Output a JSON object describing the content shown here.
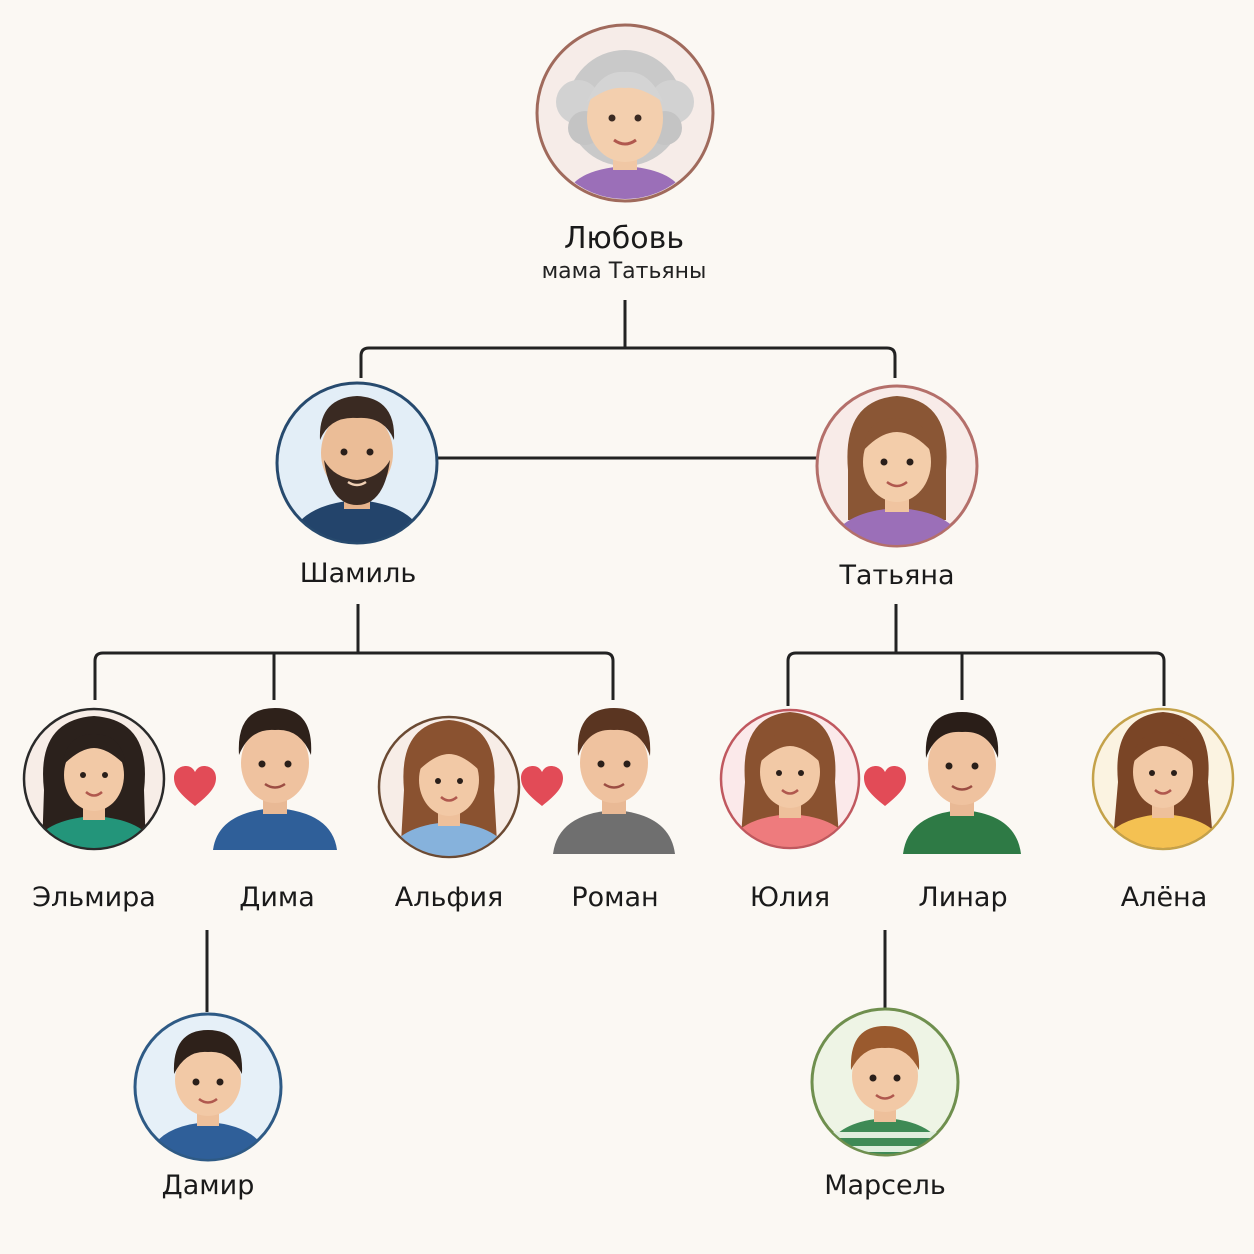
{
  "people": {
    "lyubov": {
      "name": "Любовь",
      "subtitle": "мама Татьяны"
    },
    "shamil": {
      "name": "Шамиль"
    },
    "tatyana": {
      "name": "Татьяна"
    },
    "elmira": {
      "name": "Эльмира"
    },
    "dima": {
      "name": "Дима"
    },
    "alfiya": {
      "name": "Альфия"
    },
    "roman": {
      "name": "Роман"
    },
    "yuliya": {
      "name": "Юлия"
    },
    "linar": {
      "name": "Линар"
    },
    "alyona": {
      "name": "Алёна"
    },
    "damir": {
      "name": "Дамир"
    },
    "marsel": {
      "name": "Марсель"
    }
  },
  "icons": {
    "couple": "heart-icon"
  },
  "colors": {
    "background": "#fbf8f3",
    "line": "#222222",
    "heart": "#e24b57"
  }
}
